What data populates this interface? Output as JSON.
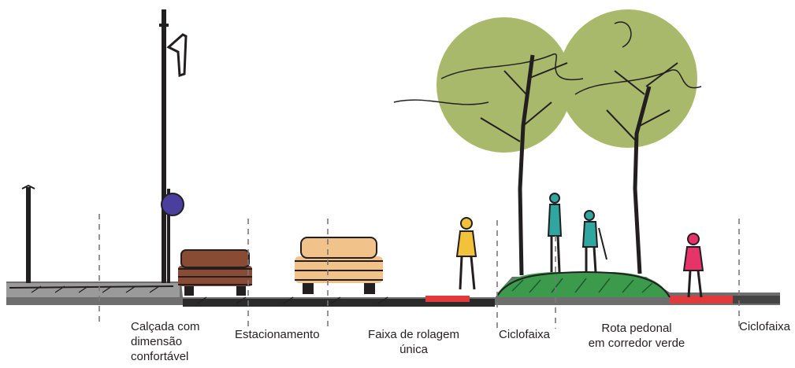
{
  "labels": {
    "sidewalk": [
      "Calçada com",
      "dimensão",
      "confortável"
    ],
    "parking": "Estacionamento",
    "lane": [
      "Faixa de rolagem",
      "única"
    ],
    "bike_left": "Ciclofaixa",
    "pedestrian": [
      "Rota pedonal",
      "em corredor verde"
    ],
    "bike_right": "Ciclofaixa"
  },
  "colors": {
    "ink": "#231f20",
    "ground_gray": "#8c8c8c",
    "tree_canopy": "#a8b96b",
    "median_green": "#3b9a4c",
    "bike_red": "#e23a3a",
    "car_brown": "#8a4b34",
    "car_tan": "#f1c38b",
    "sign_blue": "#4a3f9c",
    "person_yellow": "#f2c23a",
    "person_teal": "#2fa6a0",
    "person_pink": "#e8326a"
  }
}
